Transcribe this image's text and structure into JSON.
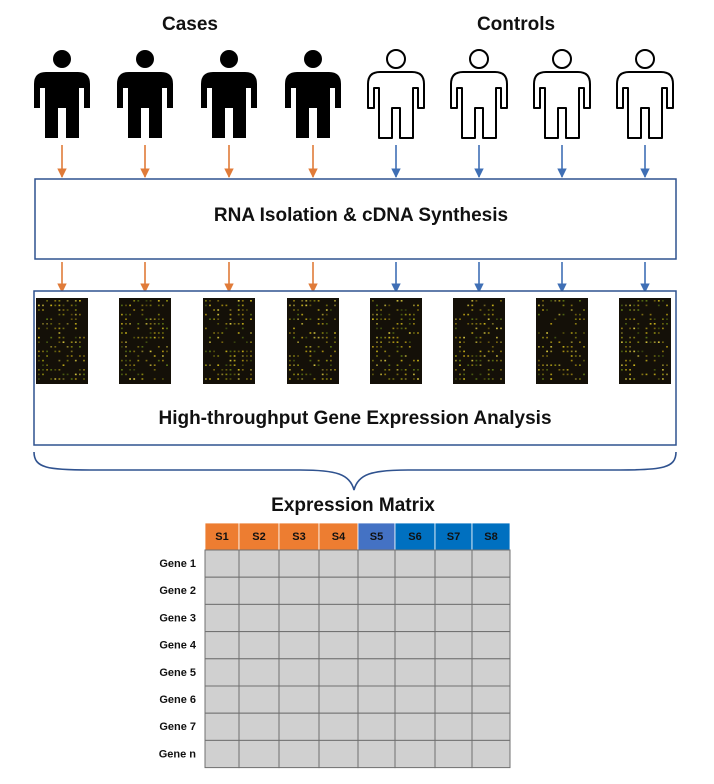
{
  "groups": {
    "cases_label": "Cases",
    "controls_label": "Controls",
    "cases_count": 4,
    "controls_count": 4
  },
  "steps": {
    "isolation": "RNA Isolation & cDNA Synthesis",
    "analysis": "High-throughput Gene Expression Analysis"
  },
  "matrix": {
    "title": "Expression Matrix",
    "columns": [
      "S1",
      "S2",
      "S3",
      "S4",
      "S5",
      "S6",
      "S7",
      "S8"
    ],
    "rows": [
      "Gene 1",
      "Gene 2",
      "Gene 3",
      "Gene 4",
      "Gene 5",
      "Gene 6",
      "Gene 7",
      "Gene n"
    ]
  },
  "colors": {
    "case_arrow": "#e07b39",
    "control_arrow": "#3f6fb5",
    "box_border": "#2f528f",
    "case_header": "#ed7d31",
    "control_header_first": "#4472c4",
    "control_header": "#0070c0",
    "cell_fill": "#d0d0d0",
    "cell_border": "#707070",
    "person_fill": "#000000"
  }
}
